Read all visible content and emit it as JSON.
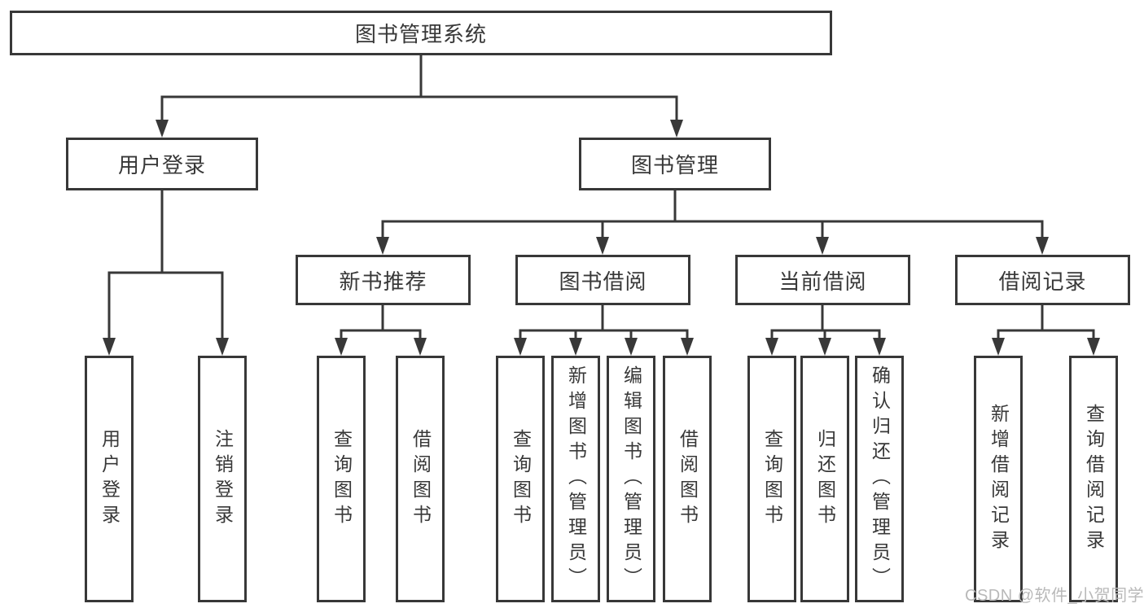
{
  "nodes": {
    "root": "图书管理系统",
    "user_login": "用户登录",
    "book_mgmt": "图书管理",
    "new_book_rec": "新书推荐",
    "book_borrow": "图书借阅",
    "current_borrow": "当前借阅",
    "borrow_records": "借阅记录",
    "user_login_leaf": "用户登录",
    "logout": "注销登录",
    "rec_query": "查询图书",
    "rec_borrow": "借阅图书",
    "bb_query": "查询图书",
    "bb_add": "新增图书（管理员）",
    "bb_edit": "编辑图书（管理员）",
    "bb_borrow": "借阅图书",
    "cb_query": "查询图书",
    "cb_return": "归还图书",
    "cb_confirm": "确认归还（管理员）",
    "br_add": "新增借阅记录",
    "br_query": "查询借阅记录"
  },
  "watermark": "CSDN @软件_小贺同学",
  "colors": {
    "line": "#383838",
    "text": "#383838",
    "watermark": "#b9b9b9",
    "background": "#ffffff"
  }
}
